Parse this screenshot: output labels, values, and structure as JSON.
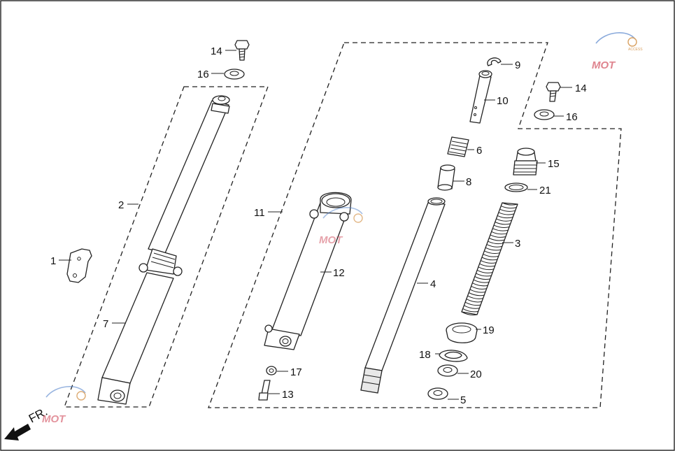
{
  "callouts": {
    "c1": "1",
    "c2": "2",
    "c3": "3",
    "c4": "4",
    "c5": "5",
    "c6": "6",
    "c7": "7",
    "c8": "8",
    "c9": "9",
    "c10": "10",
    "c11": "11",
    "c12": "12",
    "c13": "13",
    "c14a": "14",
    "c14b": "14",
    "c15": "15",
    "c16a": "16",
    "c16b": "16",
    "c17": "17",
    "c18": "18",
    "c19": "19",
    "c20": "20",
    "c21": "21"
  },
  "direction": {
    "label": "FR."
  },
  "colors": {
    "line": "#222222",
    "watermark": "#d04a5a",
    "watermark_swoosh": "#4a7cc8"
  }
}
